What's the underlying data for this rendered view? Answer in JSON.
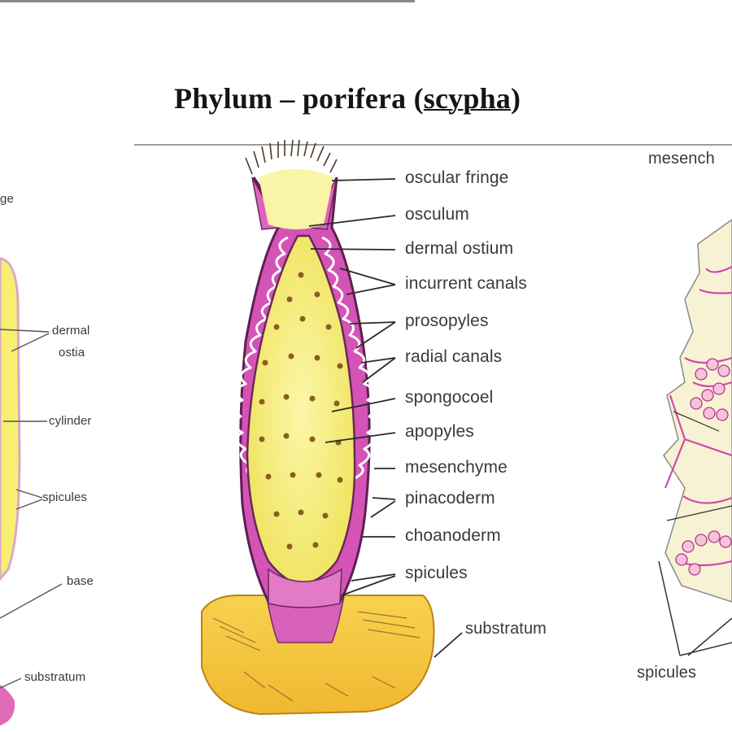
{
  "title": {
    "prefix": "Phylum – porifera (",
    "highlight": "scypha",
    "suffix": ")"
  },
  "center_labels": [
    "oscular fringe",
    "osculum",
    "dermal ostium",
    "incurrent canals",
    "prosopyles",
    "radial canals",
    "spongocoel",
    "apopyles",
    "mesenchyme",
    "pinacoderm",
    "choanoderm",
    "spicules",
    "substratum"
  ],
  "left_labels": {
    "fringe": "ge",
    "dermal": "dermal",
    "ostia": "ostia",
    "cylinder": "cylinder",
    "spicules": "spicules",
    "base": "base",
    "substratum": "substratum"
  },
  "right_labels": {
    "mesenchyme": "mesench",
    "spicules": "spicules"
  },
  "colors": {
    "body_yellow": "#f6f07a",
    "wall_magenta": "#d24fb5",
    "wall_dark": "#6e2a5e",
    "pore_dots": "#8a6a20",
    "base_orange": "#f2c23a"
  }
}
